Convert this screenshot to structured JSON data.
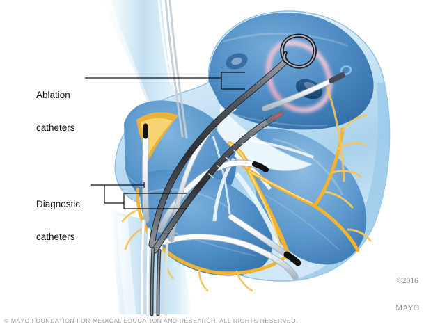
{
  "illustration": {
    "subject": "Cardiac catheter ablation — cutaway view of the heart with ablation and diagnostic catheters",
    "background_color": "#ffffff",
    "palette": {
      "chamber_blue": "#4a8cc4",
      "chamber_blue_dark": "#2f6ea8",
      "wall_light": "#d9ecf8",
      "wall_mid": "#a8d2ec",
      "vessel_pale": "#cfe6f5",
      "conduction_yellow": "#f6b93b",
      "conduction_yellow_light": "#fcd77a",
      "lesion_pink": "#f2b6c8",
      "catheter_dark": "#4a4a52",
      "catheter_light": "#f2f6f8",
      "electrode_black": "#111111",
      "outline": "#1a1a1a"
    }
  },
  "labels": {
    "ablation": {
      "line1": "Ablation",
      "line2": "catheters",
      "leader_count": 2
    },
    "diagnostic": {
      "line1": "Diagnostic",
      "line2": "catheters",
      "leader_count": 2
    }
  },
  "credits": {
    "mayo_mark_line1": "©2016",
    "mayo_mark_line2": "MAYO",
    "footer": "© MAYO FOUNDATION FOR MEDICAL EDUCATION AND RESEARCH. ALL RIGHTS RESERVED."
  }
}
